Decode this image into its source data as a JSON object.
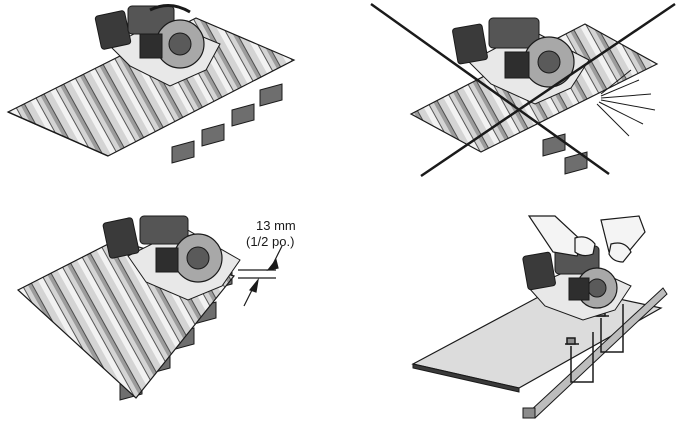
{
  "figures": [
    {
      "id": "correct-cut-method"
    },
    {
      "id": "incorrect-cut-method"
    },
    {
      "id": "edge-offset",
      "annotation": {
        "line1": "13 mm",
        "line2": "(1/2 po.)"
      }
    },
    {
      "id": "clamped-sheet-cut"
    }
  ],
  "colors": {
    "stroke": "#1a1a1a",
    "metal_light": "#e2e2e2",
    "metal_mid": "#b5b5b5",
    "metal_dark": "#8c8c8c",
    "wood": "#6e6e6e",
    "saw_body": "#3a3a3a"
  }
}
